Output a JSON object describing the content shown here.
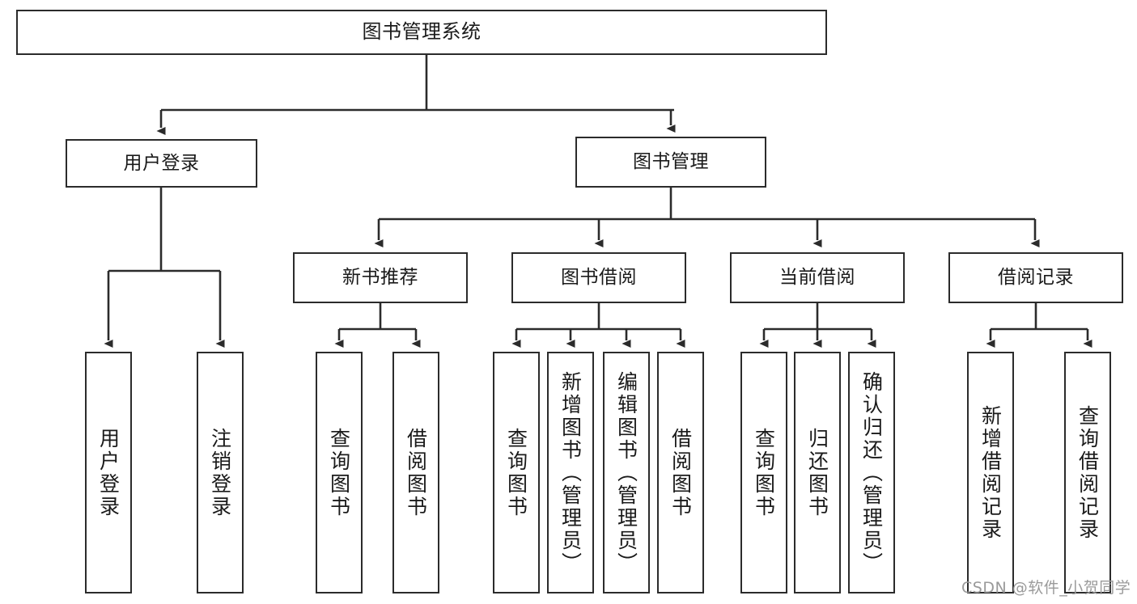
{
  "diagram": {
    "title": "图书管理系统",
    "type": "功能结构图",
    "watermark": "CSDN @软件_小贺同学",
    "line_color": "#2b2b2b",
    "box_fill": "#ffffff",
    "text_color": "#1a1a1a",
    "watermark_color": "#9a9a9a"
  },
  "nodes": {
    "root": {
      "label": "图书管理系统"
    },
    "level2": [
      {
        "label": "用户登录"
      },
      {
        "label": "图书管理"
      }
    ],
    "level3": [
      {
        "label": "新书推荐"
      },
      {
        "label": "图书借阅"
      },
      {
        "label": "当前借阅"
      },
      {
        "label": "借阅记录"
      }
    ],
    "leaves": {
      "user_login": [
        {
          "label": "用户登录"
        },
        {
          "label": "注销登录"
        }
      ],
      "new_book": [
        {
          "label": "查询图书"
        },
        {
          "label": "借阅图书"
        }
      ],
      "book_borrow": [
        {
          "label": "查询图书"
        },
        {
          "label": "新增图书（管理员）"
        },
        {
          "label": "编辑图书（管理员）"
        },
        {
          "label": "借阅图书"
        }
      ],
      "current_borrow": [
        {
          "label": "查询图书"
        },
        {
          "label": "归还图书"
        },
        {
          "label": "确认归还（管理员）"
        }
      ],
      "borrow_record": [
        {
          "label": "新增借阅记录"
        },
        {
          "label": "查询借阅记录"
        }
      ]
    }
  }
}
